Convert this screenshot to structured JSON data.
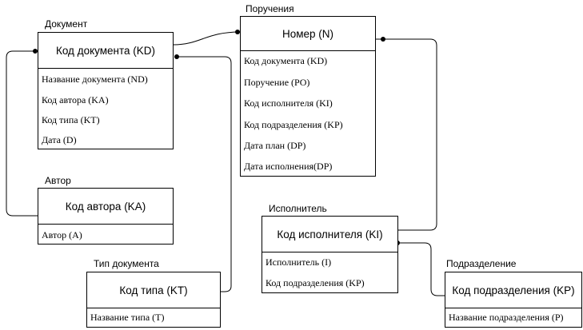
{
  "diagram": {
    "entities": {
      "document": {
        "title": "Документ",
        "key": "Код документа (KD)",
        "attributes": [
          "Название документа (ND)",
          "Код автора (KA)",
          "Код типа (KT)",
          "Дата (D)"
        ]
      },
      "assignment": {
        "title": "Поручения",
        "key": "Номер (N)",
        "attributes": [
          "Код документа (KD)",
          "Поручение (PO)",
          "Код исполнителя (KI)",
          "Код подразделения (KP)",
          "Дата план (DP)",
          "Дата исполнения(DP)"
        ]
      },
      "author": {
        "title": "Автор",
        "key": "Код автора (KA)",
        "attributes": [
          "Автор (A)"
        ]
      },
      "doc_type": {
        "title": "Тип документа",
        "key": "Код типа (KT)",
        "attributes": [
          "Название типа (T)"
        ]
      },
      "executor": {
        "title": "Исполнитель",
        "key": "Код исполнителя (KI)",
        "attributes": [
          "Исполнитель (I)",
          "Код подразделения (KP)"
        ]
      },
      "department": {
        "title": "Подразделение",
        "key": "Код подразделения  (KP)",
        "attributes": [
          "Название подразделения (P)"
        ]
      }
    }
  }
}
